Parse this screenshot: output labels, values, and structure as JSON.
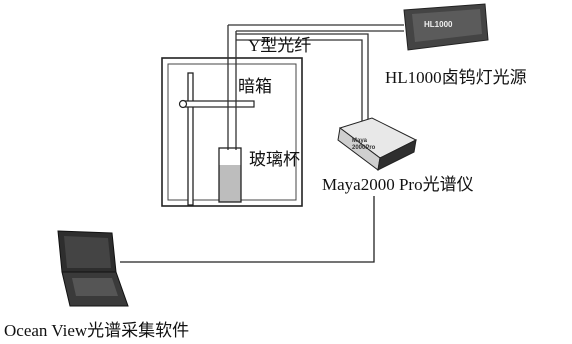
{
  "labels": {
    "y_fiber": "Y型光纤",
    "dark_box": "暗箱",
    "beaker": "玻璃杯",
    "light_source": "HL1000卤钨灯光源",
    "spectrometer": "Maya2000 Pro光谱仪",
    "software": "Ocean View光谱采集软件"
  },
  "device_text": {
    "source_model": "HL1000",
    "spectrometer_line1": "Maya",
    "spectrometer_line2": "2000Pro"
  },
  "colors": {
    "line": "#222222",
    "fiber_outline": "#333333",
    "beaker_liquid": "#bdbdbd",
    "device_dark": "#2f2f2f"
  }
}
